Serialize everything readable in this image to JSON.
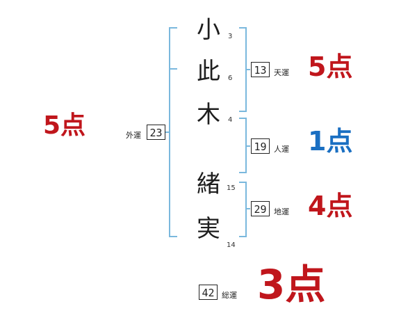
{
  "name": {
    "chars": [
      {
        "char": "小",
        "strokes": "3"
      },
      {
        "char": "此",
        "strokes": "6"
      },
      {
        "char": "木",
        "strokes": "4"
      },
      {
        "char": "緒",
        "strokes": "15"
      },
      {
        "char": "実",
        "strokes": "14"
      }
    ]
  },
  "fortunes": {
    "gaiun": {
      "label": "外運",
      "value": "23",
      "score": "5点",
      "color": "#c0161c"
    },
    "tenun": {
      "label": "天運",
      "value": "13",
      "score": "5点",
      "color": "#c0161c"
    },
    "jinun": {
      "label": "人運",
      "value": "19",
      "score": "1点",
      "color": "#1a6fc2"
    },
    "chiun": {
      "label": "地運",
      "value": "29",
      "score": "4点",
      "color": "#c0161c"
    },
    "souun": {
      "label": "総運",
      "value": "42",
      "score": "3点",
      "color": "#c0161c"
    }
  },
  "colors": {
    "bracket": "#7ab8dd"
  }
}
